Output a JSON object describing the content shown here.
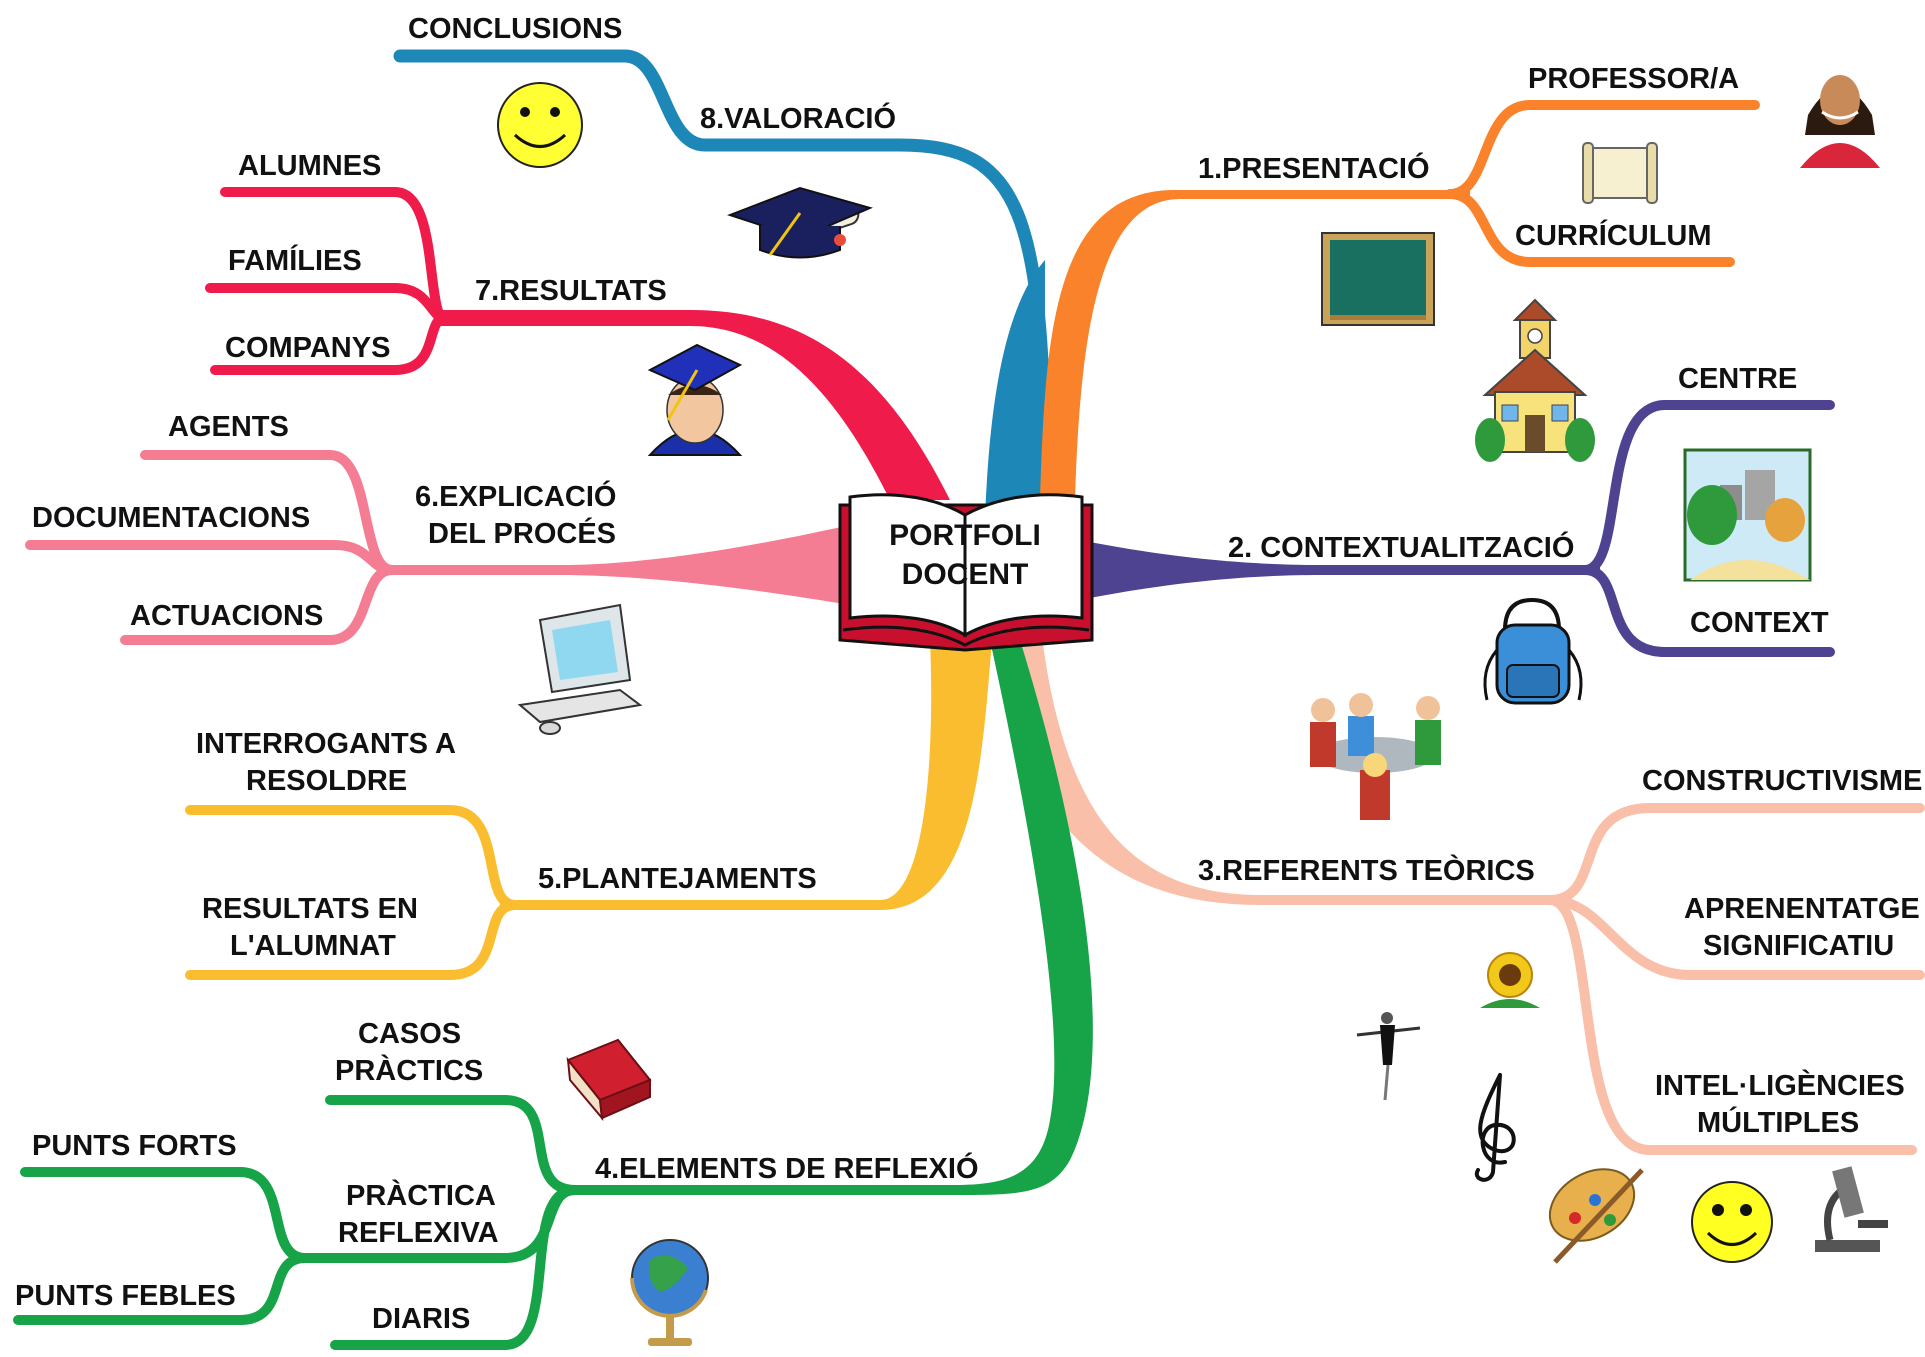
{
  "center": {
    "line1": "PORTFOLI",
    "line2": "DOCENT"
  },
  "colors": {
    "presentacio": "#f9822a",
    "contextualitzacio": "#4d4391",
    "referents": "#f9bfa8",
    "elements": "#17a348",
    "plantejaments": "#fbbd30",
    "explicacio": "#f47d93",
    "resultats": "#ef1b4b",
    "valoracio": "#1d87b8"
  },
  "branches": {
    "valoracio": {
      "label": "8.VALORACIÓ",
      "sub": {
        "conclusions": "CONCLUSIONS"
      }
    },
    "presentacio": {
      "label": "1.PRESENTACIÓ",
      "sub": {
        "professor": "PROFESSOR/A",
        "curriculum": "CURRÍCULUM"
      }
    },
    "resultats": {
      "label": "7.RESULTATS",
      "sub": {
        "alumnes": "ALUMNES",
        "families": "FAMÍLIES",
        "companys": "COMPANYS"
      }
    },
    "contextualitzacio": {
      "label": "2. CONTEXTUALITZACIÓ",
      "sub": {
        "centre": "CENTRE",
        "context": "CONTEXT"
      }
    },
    "explicacio": {
      "label1": "6.EXPLICACIÓ",
      "label2": "DEL PROCÉS",
      "sub": {
        "agents": "AGENTS",
        "documentacions": "DOCUMENTACIONS",
        "actuacions": "ACTUACIONS"
      }
    },
    "referents": {
      "label": "3.REFERENTS TEÒRICS",
      "sub": {
        "constructivisme": "CONSTRUCTIVISME",
        "aprenentatge1": "APRENENTATGE",
        "aprenentatge2": "SIGNIFICATIU",
        "intel1": "INTEL·LIGÈNCIES",
        "intel2": "MÚLTIPLES"
      }
    },
    "plantejaments": {
      "label": "5.PLANTEJAMENTS",
      "sub": {
        "interrogants1": "INTERROGANTS A",
        "interrogants2": "RESOLDRE",
        "resultats1": "RESULTATS EN",
        "resultats2": "L'ALUMNAT"
      }
    },
    "elements": {
      "label": "4.ELEMENTS DE REFLEXIÓ",
      "sub": {
        "casos1": "CASOS",
        "casos2": "PRÀCTICS",
        "practica1": "PRÀCTICA",
        "practica2": "REFLEXIVA",
        "diaris": "DIARIS",
        "forts": "PUNTS FORTS",
        "febles": "PUNTS FEBLES"
      }
    }
  },
  "icons": {
    "smiley_top": "smiley-icon",
    "grad_cap": "graduation-cap-diploma-icon",
    "girl": "girl-photo-icon",
    "scroll": "scroll-icon",
    "blackboard": "blackboard-icon",
    "school": "school-building-icon",
    "student": "graduate-student-icon",
    "park": "city-park-icon",
    "backpack": "backpack-icon",
    "computer": "computer-icon",
    "kids": "children-group-icon",
    "sunflower": "sunflower-icon",
    "dancer": "dancer-icon",
    "clef": "treble-clef-icon",
    "palette": "paint-palette-icon",
    "smiley_bottom": "smiley-icon",
    "microscope": "microscope-icon",
    "book_red": "red-book-icon",
    "globe": "globe-icon",
    "open_book": "open-book-icon"
  }
}
